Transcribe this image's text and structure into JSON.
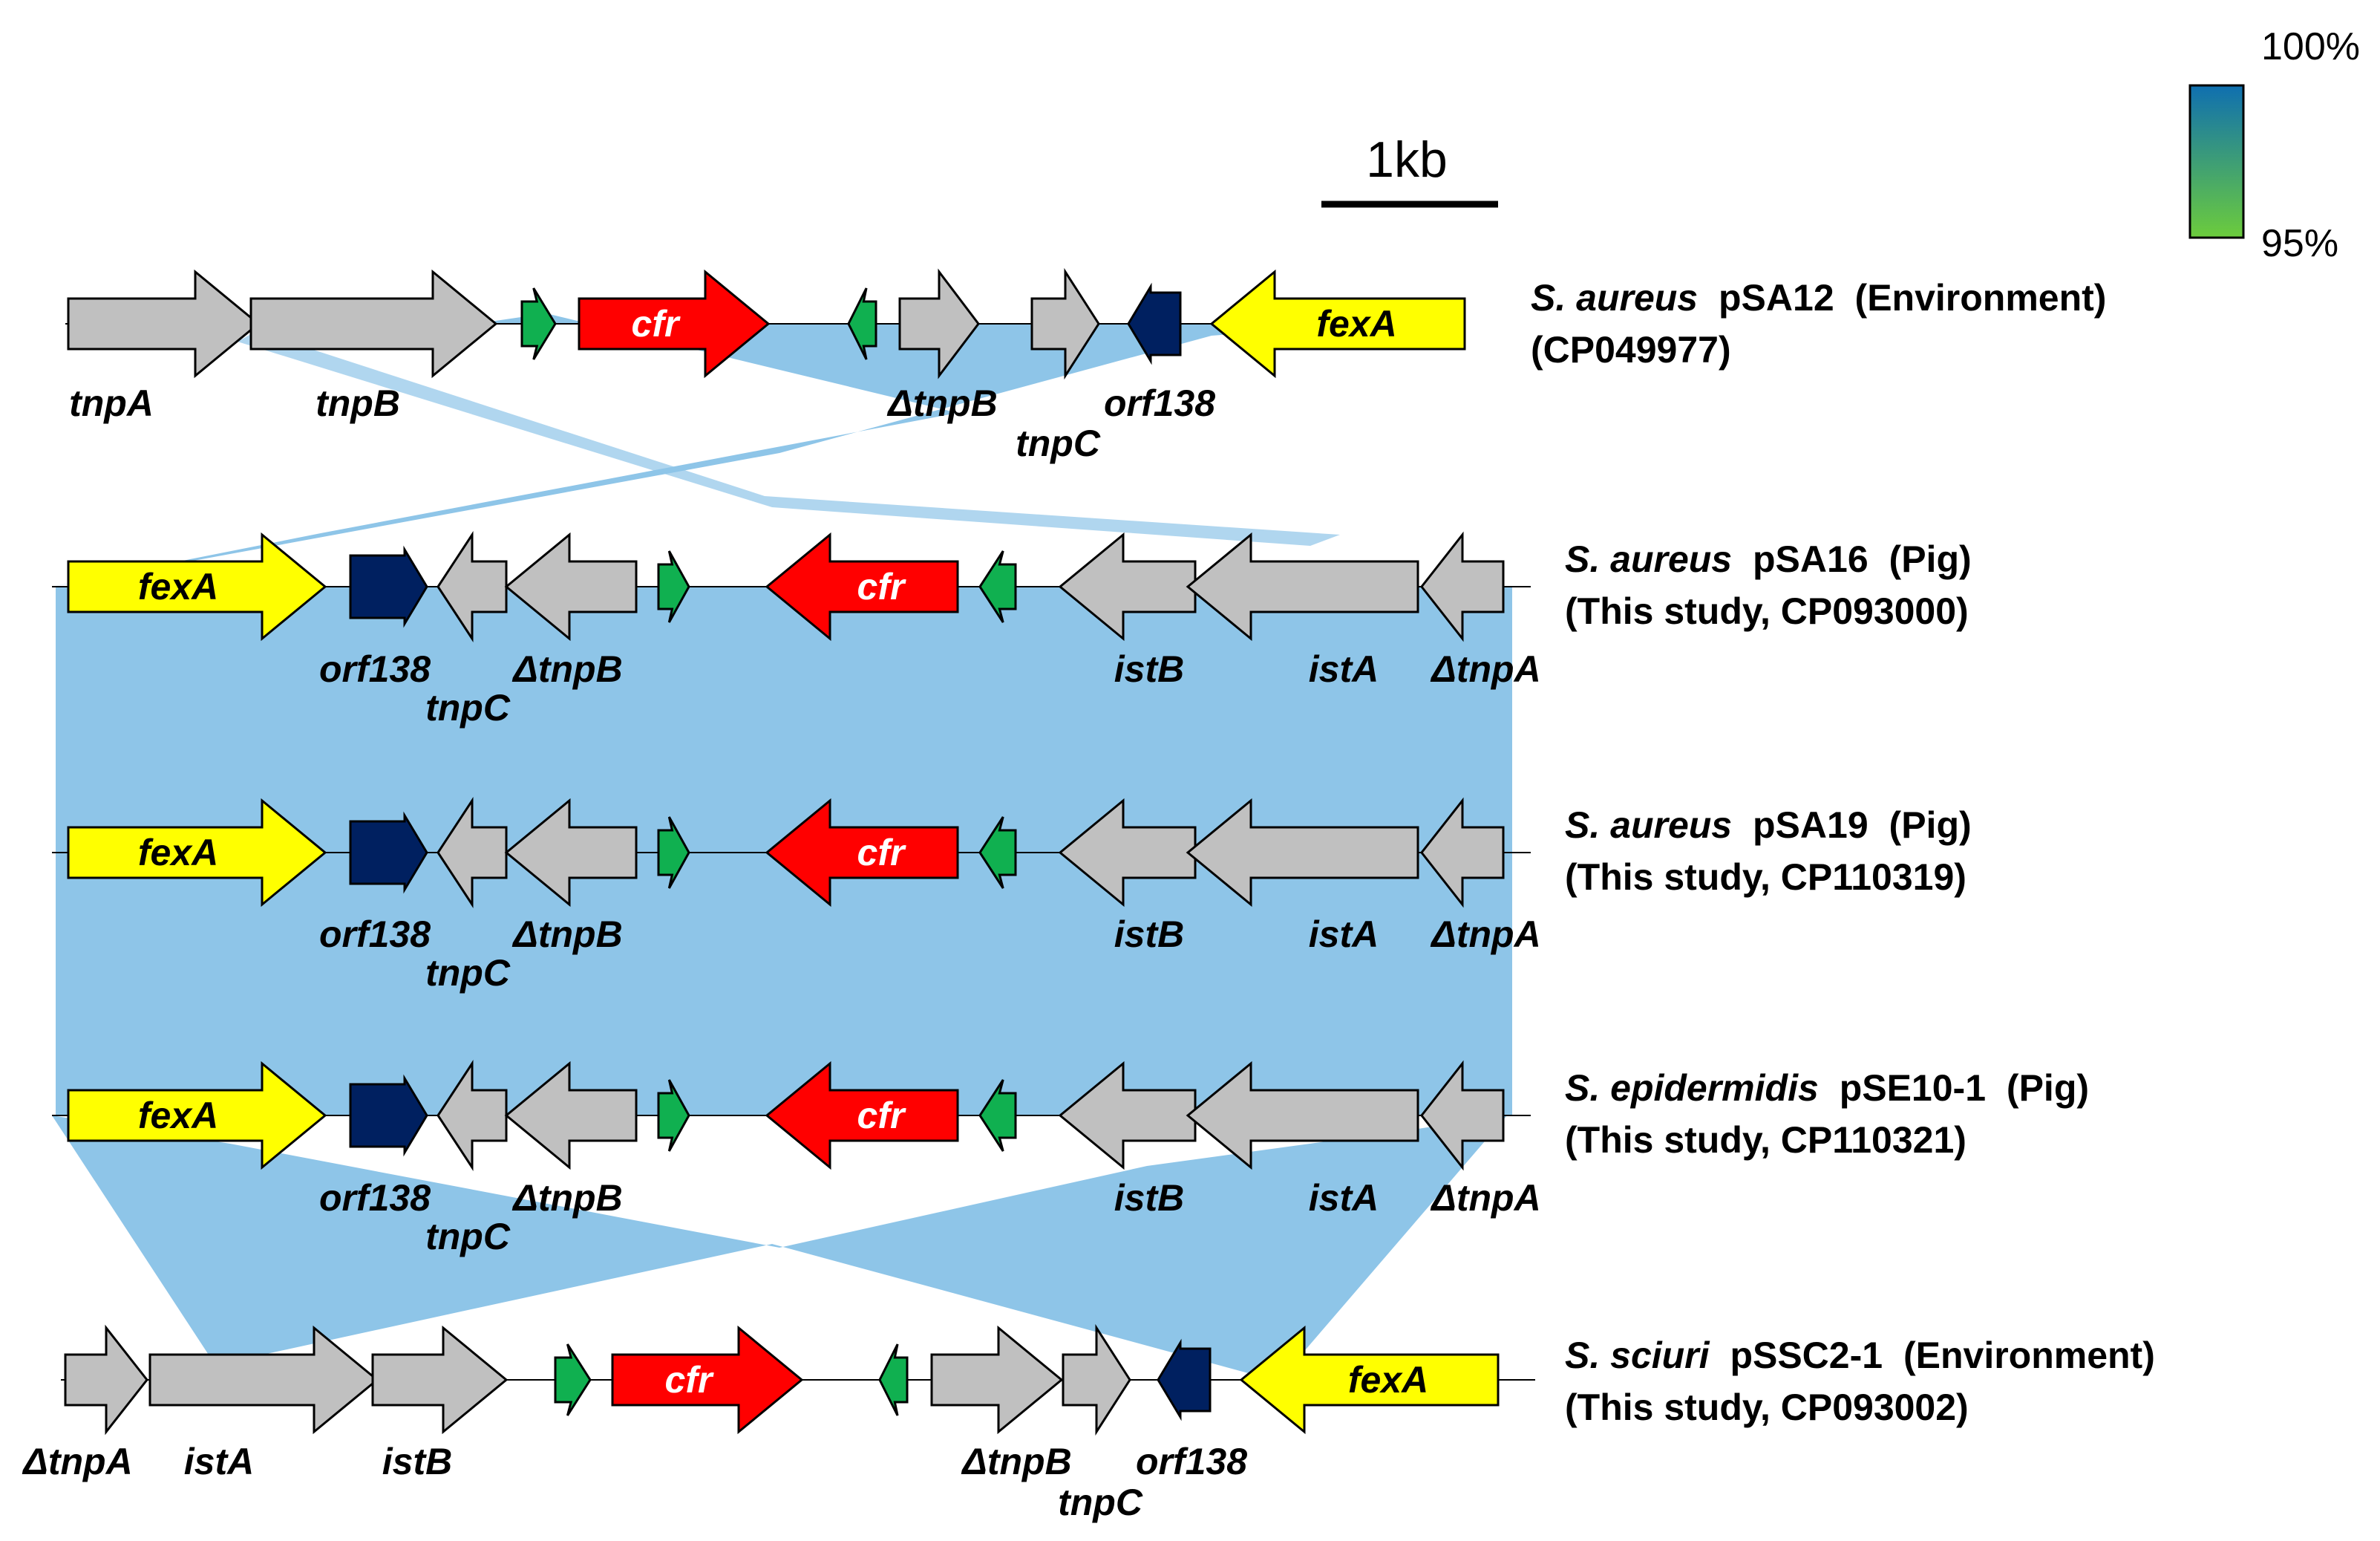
{
  "palette": {
    "grey": "#c0c0c0",
    "yellow": "#ffff00",
    "red": "#ff0000",
    "green": "#10b050",
    "navy": "#002060",
    "link": "#8ec5e8",
    "outline": "#000000"
  },
  "scale_bar": {
    "label": "1kb"
  },
  "legend": {
    "max_label": "100%",
    "min_label": "95%",
    "top_color": "#0f6fb0",
    "bottom_color": "#6ccc3c"
  },
  "tracks": [
    {
      "species": "S. aureus",
      "plasmid": "pSA12",
      "source": "(Environment)",
      "accession": "(CP049977)",
      "genes": [
        {
          "name": "tnpA",
          "type": "grey",
          "dir": 1,
          "label": "tnpA"
        },
        {
          "name": "tnpB",
          "type": "grey",
          "dir": 1,
          "label": "tnpB"
        },
        {
          "name": "green1",
          "type": "green",
          "dir": 1,
          "label": ""
        },
        {
          "name": "cfr",
          "type": "red",
          "dir": 1,
          "label": "cfr"
        },
        {
          "name": "green2",
          "type": "green",
          "dir": -1,
          "label": ""
        },
        {
          "name": "dtnpB",
          "type": "grey",
          "dir": 1,
          "label": "ΔtnpB"
        },
        {
          "name": "tnpC",
          "type": "grey",
          "dir": 1,
          "label": "tnpC"
        },
        {
          "name": "orf138",
          "type": "navy",
          "dir": -1,
          "label": "orf138"
        },
        {
          "name": "fexA",
          "type": "yellow",
          "dir": -1,
          "label": "fexA"
        }
      ]
    },
    {
      "species": "S. aureus",
      "plasmid": "pSA16",
      "source": "(Pig)",
      "accession": "(This study, CP093000)",
      "genes": [
        {
          "name": "fexA",
          "type": "yellow",
          "dir": 1,
          "label": "fexA"
        },
        {
          "name": "orf138",
          "type": "navy",
          "dir": 1,
          "label": "orf138"
        },
        {
          "name": "tnpC",
          "type": "grey",
          "dir": -1,
          "label": "tnpC"
        },
        {
          "name": "dtnpB",
          "type": "grey",
          "dir": -1,
          "label": "ΔtnpB"
        },
        {
          "name": "green1",
          "type": "green",
          "dir": 1,
          "label": ""
        },
        {
          "name": "cfr",
          "type": "red",
          "dir": -1,
          "label": "cfr"
        },
        {
          "name": "green2",
          "type": "green",
          "dir": -1,
          "label": ""
        },
        {
          "name": "istB",
          "type": "grey",
          "dir": -1,
          "label": "istB"
        },
        {
          "name": "istA",
          "type": "grey",
          "dir": -1,
          "label": "istA"
        },
        {
          "name": "dtnpA",
          "type": "grey",
          "dir": -1,
          "label": "ΔtnpA"
        }
      ]
    },
    {
      "species": "S. aureus",
      "plasmid": "pSA19",
      "source": "(Pig)",
      "accession": "(This study, CP110319)",
      "genes": [
        {
          "name": "fexA",
          "type": "yellow",
          "dir": 1,
          "label": "fexA"
        },
        {
          "name": "orf138",
          "type": "navy",
          "dir": 1,
          "label": "orf138"
        },
        {
          "name": "tnpC",
          "type": "grey",
          "dir": -1,
          "label": "tnpC"
        },
        {
          "name": "dtnpB",
          "type": "grey",
          "dir": -1,
          "label": "ΔtnpB"
        },
        {
          "name": "green1",
          "type": "green",
          "dir": 1,
          "label": ""
        },
        {
          "name": "cfr",
          "type": "red",
          "dir": -1,
          "label": "cfr"
        },
        {
          "name": "green2",
          "type": "green",
          "dir": -1,
          "label": ""
        },
        {
          "name": "istB",
          "type": "grey",
          "dir": -1,
          "label": "istB"
        },
        {
          "name": "istA",
          "type": "grey",
          "dir": -1,
          "label": "istA"
        },
        {
          "name": "dtnpA",
          "type": "grey",
          "dir": -1,
          "label": "ΔtnpA"
        }
      ]
    },
    {
      "species": "S. epidermidis",
      "plasmid": "pSE10-1",
      "source": "(Pig)",
      "accession": "(This study, CP110321)",
      "genes": [
        {
          "name": "fexA",
          "type": "yellow",
          "dir": 1,
          "label": "fexA"
        },
        {
          "name": "orf138",
          "type": "navy",
          "dir": 1,
          "label": "orf138"
        },
        {
          "name": "tnpC",
          "type": "grey",
          "dir": -1,
          "label": "tnpC"
        },
        {
          "name": "dtnpB",
          "type": "grey",
          "dir": -1,
          "label": "ΔtnpB"
        },
        {
          "name": "green1",
          "type": "green",
          "dir": 1,
          "label": ""
        },
        {
          "name": "cfr",
          "type": "red",
          "dir": -1,
          "label": "cfr"
        },
        {
          "name": "green2",
          "type": "green",
          "dir": -1,
          "label": ""
        },
        {
          "name": "istB",
          "type": "grey",
          "dir": -1,
          "label": "istB"
        },
        {
          "name": "istA",
          "type": "grey",
          "dir": -1,
          "label": "istA"
        },
        {
          "name": "dtnpA",
          "type": "grey",
          "dir": -1,
          "label": "ΔtnpA"
        }
      ]
    },
    {
      "species": "S. sciuri",
      "plasmid": "pSSC2-1",
      "source": "(Environment)",
      "accession": "(This study, CP093002)",
      "genes": [
        {
          "name": "dtnpA",
          "type": "grey",
          "dir": 1,
          "label": "ΔtnpA"
        },
        {
          "name": "istA",
          "type": "grey",
          "dir": 1,
          "label": "istA"
        },
        {
          "name": "istB",
          "type": "grey",
          "dir": 1,
          "label": "istB"
        },
        {
          "name": "green1",
          "type": "green",
          "dir": 1,
          "label": ""
        },
        {
          "name": "cfr",
          "type": "red",
          "dir": 1,
          "label": "cfr"
        },
        {
          "name": "green2",
          "type": "green",
          "dir": -1,
          "label": ""
        },
        {
          "name": "dtnpB",
          "type": "grey",
          "dir": 1,
          "label": "ΔtnpB"
        },
        {
          "name": "tnpC",
          "type": "grey",
          "dir": 1,
          "label": "tnpC"
        },
        {
          "name": "orf138",
          "type": "navy",
          "dir": -1,
          "label": "orf138"
        },
        {
          "name": "fexA",
          "type": "yellow",
          "dir": -1,
          "label": "fexA"
        }
      ]
    }
  ]
}
